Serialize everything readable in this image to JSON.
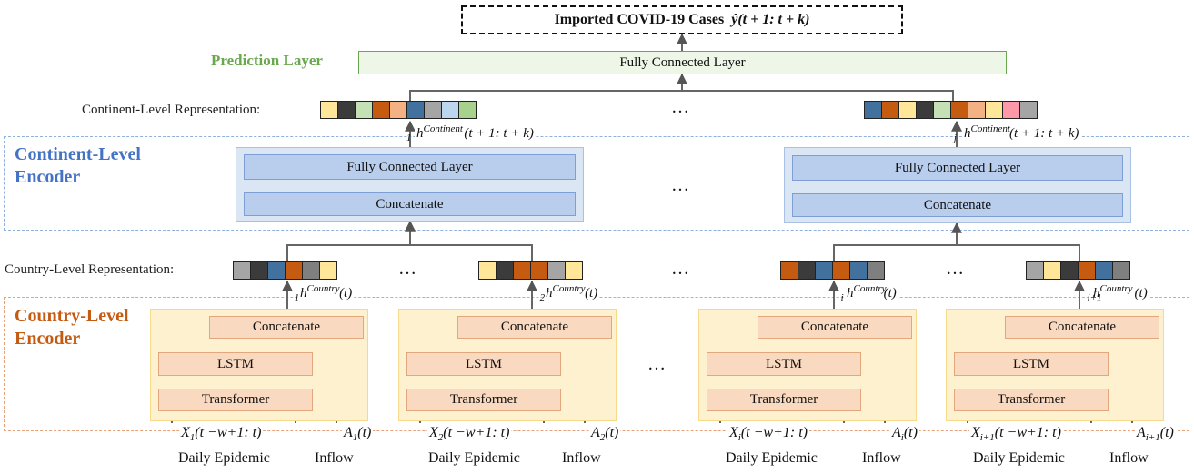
{
  "output": {
    "label": "Imported COVID-19 Cases",
    "math": "ŷ(t + 1: t + k)"
  },
  "prediction_layer": {
    "title": "Prediction Layer",
    "fc_label": "Fully Connected Layer"
  },
  "continent_rep": {
    "label": "Continent-Level Representation:",
    "h1": {
      "base": "h",
      "sup": "Continent",
      "sub": "1",
      "arg": "(t + 1: t + k)"
    },
    "hj": {
      "base": "h",
      "sup": "Continent",
      "sub": "j",
      "arg": "(t + 1: t + k)"
    },
    "dots": "…",
    "strip_left_colors": [
      "#ffe699",
      "#3b3b3b",
      "#c5e0b4",
      "#c55a11",
      "#f4b183",
      "#41719c",
      "#a5a5a5",
      "#bdd7ee",
      "#a9d18e"
    ],
    "strip_right_colors": [
      "#41719c",
      "#c55a11",
      "#ffe699",
      "#3b3b3b",
      "#c5e0b4",
      "#c55a11",
      "#f4b183",
      "#ffe699",
      "#ff99aa",
      "#a5a5a5"
    ]
  },
  "continent_encoder": {
    "title_line1": "Continent-Level",
    "title_line2": "Encoder",
    "fc_label": "Fully Connected Layer",
    "concat_label": "Concatenate",
    "dots": "…"
  },
  "country_rep": {
    "label": "Country-Level Representation:",
    "dots": "…",
    "h": [
      {
        "base": "h",
        "sup": "Country",
        "sub": "1",
        "arg": "(t)"
      },
      {
        "base": "h",
        "sup": "Country",
        "sub": "2",
        "arg": "(t)"
      },
      {
        "base": "h",
        "sup": "Country",
        "sub": "i",
        "arg": "(t)"
      },
      {
        "base": "h",
        "sup": "Country",
        "sub": "i+1",
        "arg": "(t)"
      }
    ],
    "strips": [
      [
        "#a5a5a5",
        "#3b3b3b",
        "#41719c",
        "#c55a11",
        "#7f7f7f",
        "#ffe699"
      ],
      [
        "#ffe699",
        "#3b3b3b",
        "#c55a11",
        "#c55a11",
        "#a5a5a5",
        "#ffe699"
      ],
      [
        "#c55a11",
        "#3b3b3b",
        "#41719c",
        "#c55a11",
        "#41719c",
        "#7f7f7f"
      ],
      [
        "#a5a5a5",
        "#ffe699",
        "#3b3b3b",
        "#c55a11",
        "#41719c",
        "#7f7f7f"
      ]
    ]
  },
  "country_encoder": {
    "title_line1": "Country-Level",
    "title_line2": "Encoder",
    "concat_label": "Concatenate",
    "lstm_label": "LSTM",
    "transformer_label": "Transformer",
    "dots": "…"
  },
  "inputs": [
    {
      "x_base": "X",
      "x_sub": "1",
      "x_arg": "(t −w+1: t)",
      "a_base": "A",
      "a_sub": "1",
      "a_arg": "(t)",
      "daily": "Daily Epidemic",
      "inflow": "Inflow"
    },
    {
      "x_base": "X",
      "x_sub": "2",
      "x_arg": "(t −w+1: t)",
      "a_base": "A",
      "a_sub": "2",
      "a_arg": "(t)",
      "daily": "Daily Epidemic",
      "inflow": "Inflow"
    },
    {
      "x_base": "X",
      "x_sub": "i",
      "x_arg": "(t −w+1: t)",
      "a_base": "A",
      "a_sub": "i",
      "a_arg": "(t)",
      "daily": "Daily Epidemic",
      "inflow": "Inflow"
    },
    {
      "x_base": "X",
      "x_sub": "i+1",
      "x_arg": "(t −w+1: t)",
      "a_base": "A",
      "a_sub": "i+1",
      "a_arg": "(t)",
      "daily": "Daily Epidemic",
      "inflow": "Inflow"
    }
  ]
}
